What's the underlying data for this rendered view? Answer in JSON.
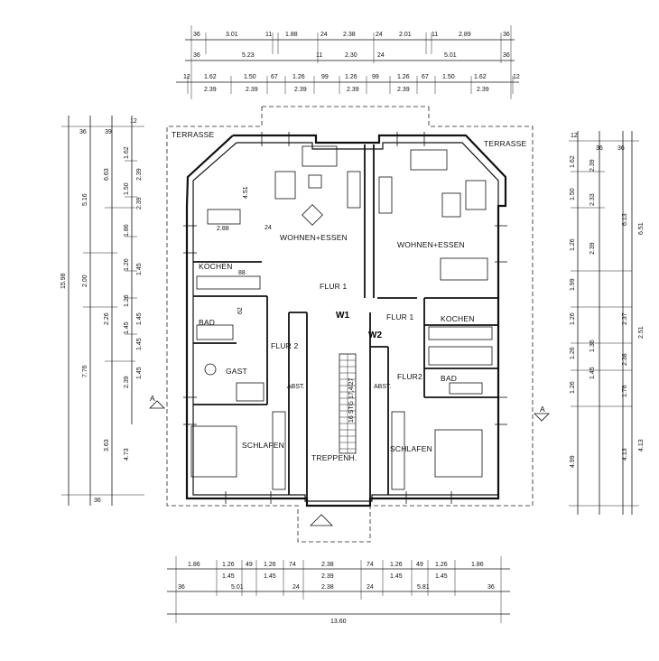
{
  "rooms": {
    "terrasse_left": "TERRASSE",
    "terrasse_right": "TERRASSE",
    "wohnen_left": "WOHNEN+ESSEN",
    "wohnen_right": "WOHNEN+ESSEN",
    "kochen_left": "KOCHEN",
    "kochen_right": "KOCHEN",
    "bad_left": "BAD",
    "bad_right": "BAD",
    "gast": "GAST",
    "flur1_left": "FLUR 1",
    "flur1_right": "FLUR 1",
    "flur2_left": "FLUR 2",
    "flur2_right": "FLUR2",
    "abst_left": "ABST.",
    "abst_right": "ABST.",
    "schlafen_left": "SCHLAFEN",
    "schlafen_right": "SCHLAFEN",
    "treppenh": "TREPPENH.",
    "stairs": "16 STG 17,4/27"
  },
  "markers": {
    "w1": "W1",
    "w2": "W2",
    "section_left": "A",
    "section_right": "A"
  },
  "dims_top": {
    "row1": [
      "36",
      "3.01",
      "11",
      "1.88",
      "24",
      "2.38",
      "24",
      "2.01",
      "11",
      "2.89",
      "36"
    ],
    "row2": [
      "36",
      "5.23",
      "11",
      "2.30",
      "24",
      "5.01",
      "36"
    ],
    "row3": [
      "12",
      "1.62",
      "1.50",
      "67",
      "1.26",
      "99",
      "1.26",
      "99",
      "1.26",
      "67",
      "1.50",
      "1.62",
      "12"
    ],
    "row3b": [
      "2.39",
      "2.39",
      "2.39",
      "2.39",
      "2.39",
      "2.39"
    ]
  },
  "dims_bottom": {
    "row1": [
      "1.86",
      "1.26",
      "49",
      "1.26",
      "74",
      "2.38",
      "74",
      "1.26",
      "49",
      "1.26",
      "1.86"
    ],
    "row1b": [
      "1.45",
      "1.45",
      "2.39",
      "1.45",
      "1.45"
    ],
    "row2": [
      "36",
      "5.01",
      "24",
      "2.38",
      "24",
      "5.81",
      "36"
    ],
    "row3": [
      "13.60"
    ]
  },
  "dims_left": {
    "outer": [
      "15.98"
    ],
    "col1": [
      "5.16",
      "2.00",
      "7.76"
    ],
    "col2": [
      "6.63",
      "2.26",
      "3.63",
      "36"
    ],
    "col3": [
      "1.62",
      "1.50",
      "1.86",
      "1.26",
      "1.26",
      "1.45",
      "2.39",
      "4.73"
    ],
    "col4": [
      "2.39",
      "2.39",
      "1.45",
      "1.45",
      "1.45",
      "1.45"
    ],
    "top": [
      "36",
      "39",
      "12"
    ]
  },
  "dims_right": {
    "outer": [
      "6.51",
      "2.51",
      "4.13"
    ],
    "col1": [
      "6.13",
      "2.37",
      "2.38",
      "1.76",
      "4.13"
    ],
    "col2": [
      "1.62",
      "1.50",
      "1.26",
      "1.99",
      "1.26",
      "1.26",
      "1.26",
      "4.99"
    ],
    "col3": [
      "2.39",
      "2.33",
      "2.39",
      "1.45",
      "1.36"
    ],
    "top": [
      "12",
      "36",
      "36"
    ]
  },
  "dims_inner": {
    "d1": "4.51",
    "d2": "2.88",
    "d3": "24",
    "d4": "88",
    "d5": "62"
  }
}
